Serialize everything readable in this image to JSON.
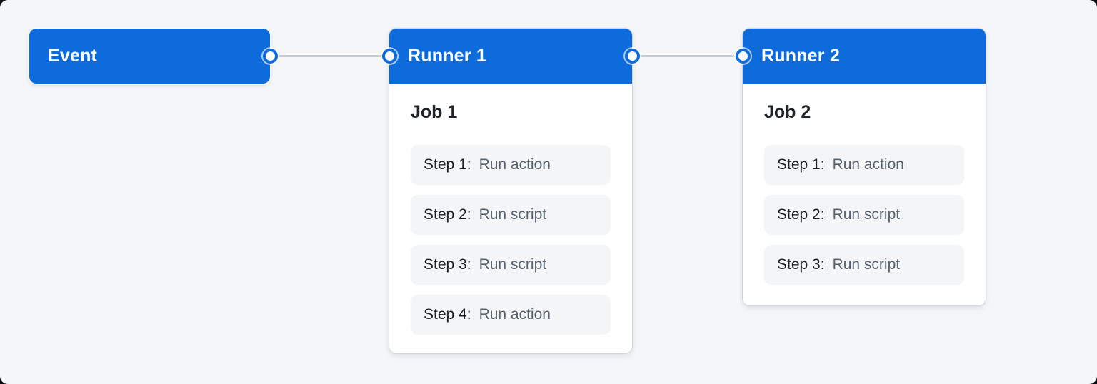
{
  "colors": {
    "accent_blue": "#0d6bdb",
    "canvas_background": "#f4f6f8",
    "card_background": "#ffffff",
    "step_background": "#f3f5f7",
    "text_dark": "#1f2328",
    "text_gray": "#59636e",
    "connector_gray": "#c7ccd3"
  },
  "nodes": {
    "event": {
      "label": "Event"
    },
    "runner1": {
      "title": "Runner 1",
      "job": {
        "title": "Job 1",
        "steps": [
          {
            "label": "Step 1:",
            "action": "Run action"
          },
          {
            "label": "Step 2:",
            "action": "Run script"
          },
          {
            "label": "Step 3:",
            "action": "Run script"
          },
          {
            "label": "Step 4:",
            "action": "Run action"
          }
        ]
      }
    },
    "runner2": {
      "title": "Runner 2",
      "job": {
        "title": "Job 2",
        "steps": [
          {
            "label": "Step 1:",
            "action": "Run action"
          },
          {
            "label": "Step 2:",
            "action": "Run script"
          },
          {
            "label": "Step 3:",
            "action": "Run script"
          }
        ]
      }
    }
  }
}
